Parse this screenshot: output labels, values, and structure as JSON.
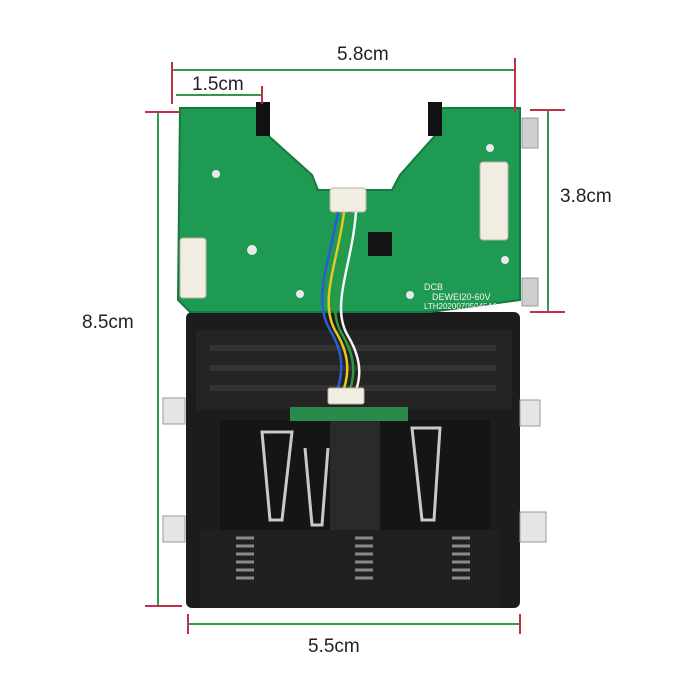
{
  "dimensions": {
    "total_width": "5.8cm",
    "top_offset": "1.5cm",
    "total_height": "8.5cm",
    "board_height": "3.8cm",
    "bottom_width": "5.5cm"
  },
  "board": {
    "model": "DCB",
    "marking_1": "DEWEI20-60V",
    "marking_2": "LTH20200705045A0"
  },
  "colors": {
    "pcb": "#1f9a52",
    "housing": "#1a1a1a",
    "dim_line": "#2e9a4a",
    "tick": "#c0304a"
  }
}
